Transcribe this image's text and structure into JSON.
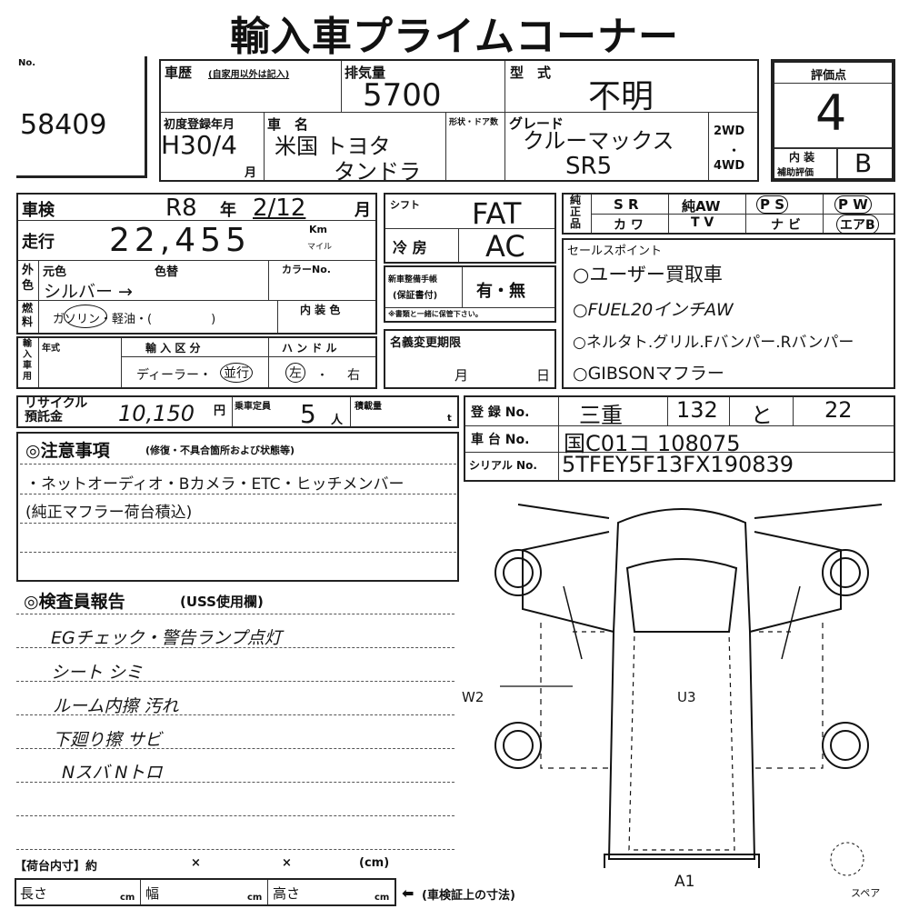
{
  "title": "輸入車プライムコーナー",
  "lot": {
    "label": "No.",
    "number": "58409"
  },
  "history": {
    "label": "車歴",
    "note": "(自家用以外は記入)"
  },
  "displacement": {
    "label": "排気量",
    "value": "5700"
  },
  "model_code": {
    "label": "型　式",
    "value": "不明"
  },
  "first_reg": {
    "label": "初度登録年月",
    "value": "H30/4",
    "unit": "月"
  },
  "car_name": {
    "label": "車　名",
    "line1": "米国 トヨタ",
    "line2": "タンドラ"
  },
  "body_doors": {
    "label": "形状・ドア数"
  },
  "grade": {
    "label": "グレード",
    "line1": "クルーマックス",
    "line2": "SR5"
  },
  "drive": {
    "opt1": "2WD",
    "sep": "・",
    "opt2": "4WD"
  },
  "score": {
    "label": "評価点",
    "value": "4",
    "interior_label1": "内 装",
    "interior_label2": "補助評価",
    "interior_value": "B"
  },
  "inspection": {
    "label": "車検",
    "year_value": "R8",
    "year_unit": "年",
    "month_value": "2/12",
    "month_unit": "月"
  },
  "mileage": {
    "label": "走行",
    "value": "22,455",
    "unit_km": "Km",
    "unit_mile": "マイル"
  },
  "exterior_color": {
    "label": "外色",
    "orig_label": "元色",
    "change_label": "色替",
    "value": "シルバー →",
    "color_no_label": "カラーNo."
  },
  "fuel": {
    "label": "燃料",
    "options": "ガソリン・軽油・(　　　　　)",
    "selected": "ガソリン",
    "interior_color_label": "内 装 色"
  },
  "import": {
    "label": "輸入車用",
    "year_label": "年式",
    "category_label": "輸 入 区 分",
    "dealer": "ディーラー・",
    "parallel": "並行",
    "handle_label": "ハ ン ド ル",
    "left": "左",
    "sep": "・",
    "right": "右"
  },
  "shift": {
    "label": "シフト",
    "value": "FAT"
  },
  "ac": {
    "label": "冷 房",
    "value": "AC"
  },
  "manual": {
    "label1": "新車整備手帳",
    "label2": "(保証書付)",
    "value": "有・無",
    "note": "※書類と一緒に保管下さい。"
  },
  "name_change": {
    "label": "名義変更期限",
    "month": "月",
    "day": "日"
  },
  "genuine": {
    "label": "純正品",
    "items": [
      "S R",
      "純AW",
      "P S",
      "P W",
      "カ ワ",
      "T V",
      "ナ ビ",
      "エアB"
    ],
    "circled": [
      "P S",
      "P W",
      "エアB"
    ]
  },
  "sales_points": {
    "label": "セールスポイント",
    "items": [
      "○ユーザー買取車",
      "○FUEL20インチAW",
      "○ネルタト.グリル.Fバンパー.Rバンパー",
      "○GIBSONマフラー"
    ]
  },
  "recycle": {
    "label1": "リサイクル",
    "label2": "預託金",
    "value": "10,150",
    "unit": "円"
  },
  "capacity": {
    "label": "乗車定員",
    "value": "5",
    "unit": "人"
  },
  "load": {
    "label": "積載量",
    "unit": "t"
  },
  "registration": {
    "label": "登 録 No.",
    "pref": "三重",
    "class": "132",
    "kana": "と",
    "number": "22"
  },
  "chassis": {
    "label": "車 台 No.",
    "value": "国C01コ 108075"
  },
  "serial": {
    "label": "シリアル No.",
    "value": "5TFEY5F13FX190839"
  },
  "notes": {
    "label": "◎注意事項",
    "sub": "(修復・不具合箇所および状態等)",
    "lines": [
      "・ネットオーディオ・Bカメラ・ETC・ヒッチメンバー",
      "(純正マフラー荷台積込)"
    ]
  },
  "inspector": {
    "label": "◎検査員報告",
    "sub": "(USS使用欄)",
    "lines": [
      "EGチェック・警告ランプ点灯",
      "シート シミ",
      "ルーム内擦 汚れ",
      "下廻り擦 サビ",
      "Nスバ Nトロ"
    ]
  },
  "bed": {
    "label": "【荷台内寸】約",
    "x1": "×",
    "x2": "×",
    "unit": "(cm)",
    "length": "長さ",
    "width": "幅",
    "height": "高さ",
    "cm": "cm",
    "arrow_note": "(車検証上の寸法)"
  },
  "diagram": {
    "marks": [
      "W2",
      "U3",
      "A1"
    ],
    "spare": "スペア"
  }
}
